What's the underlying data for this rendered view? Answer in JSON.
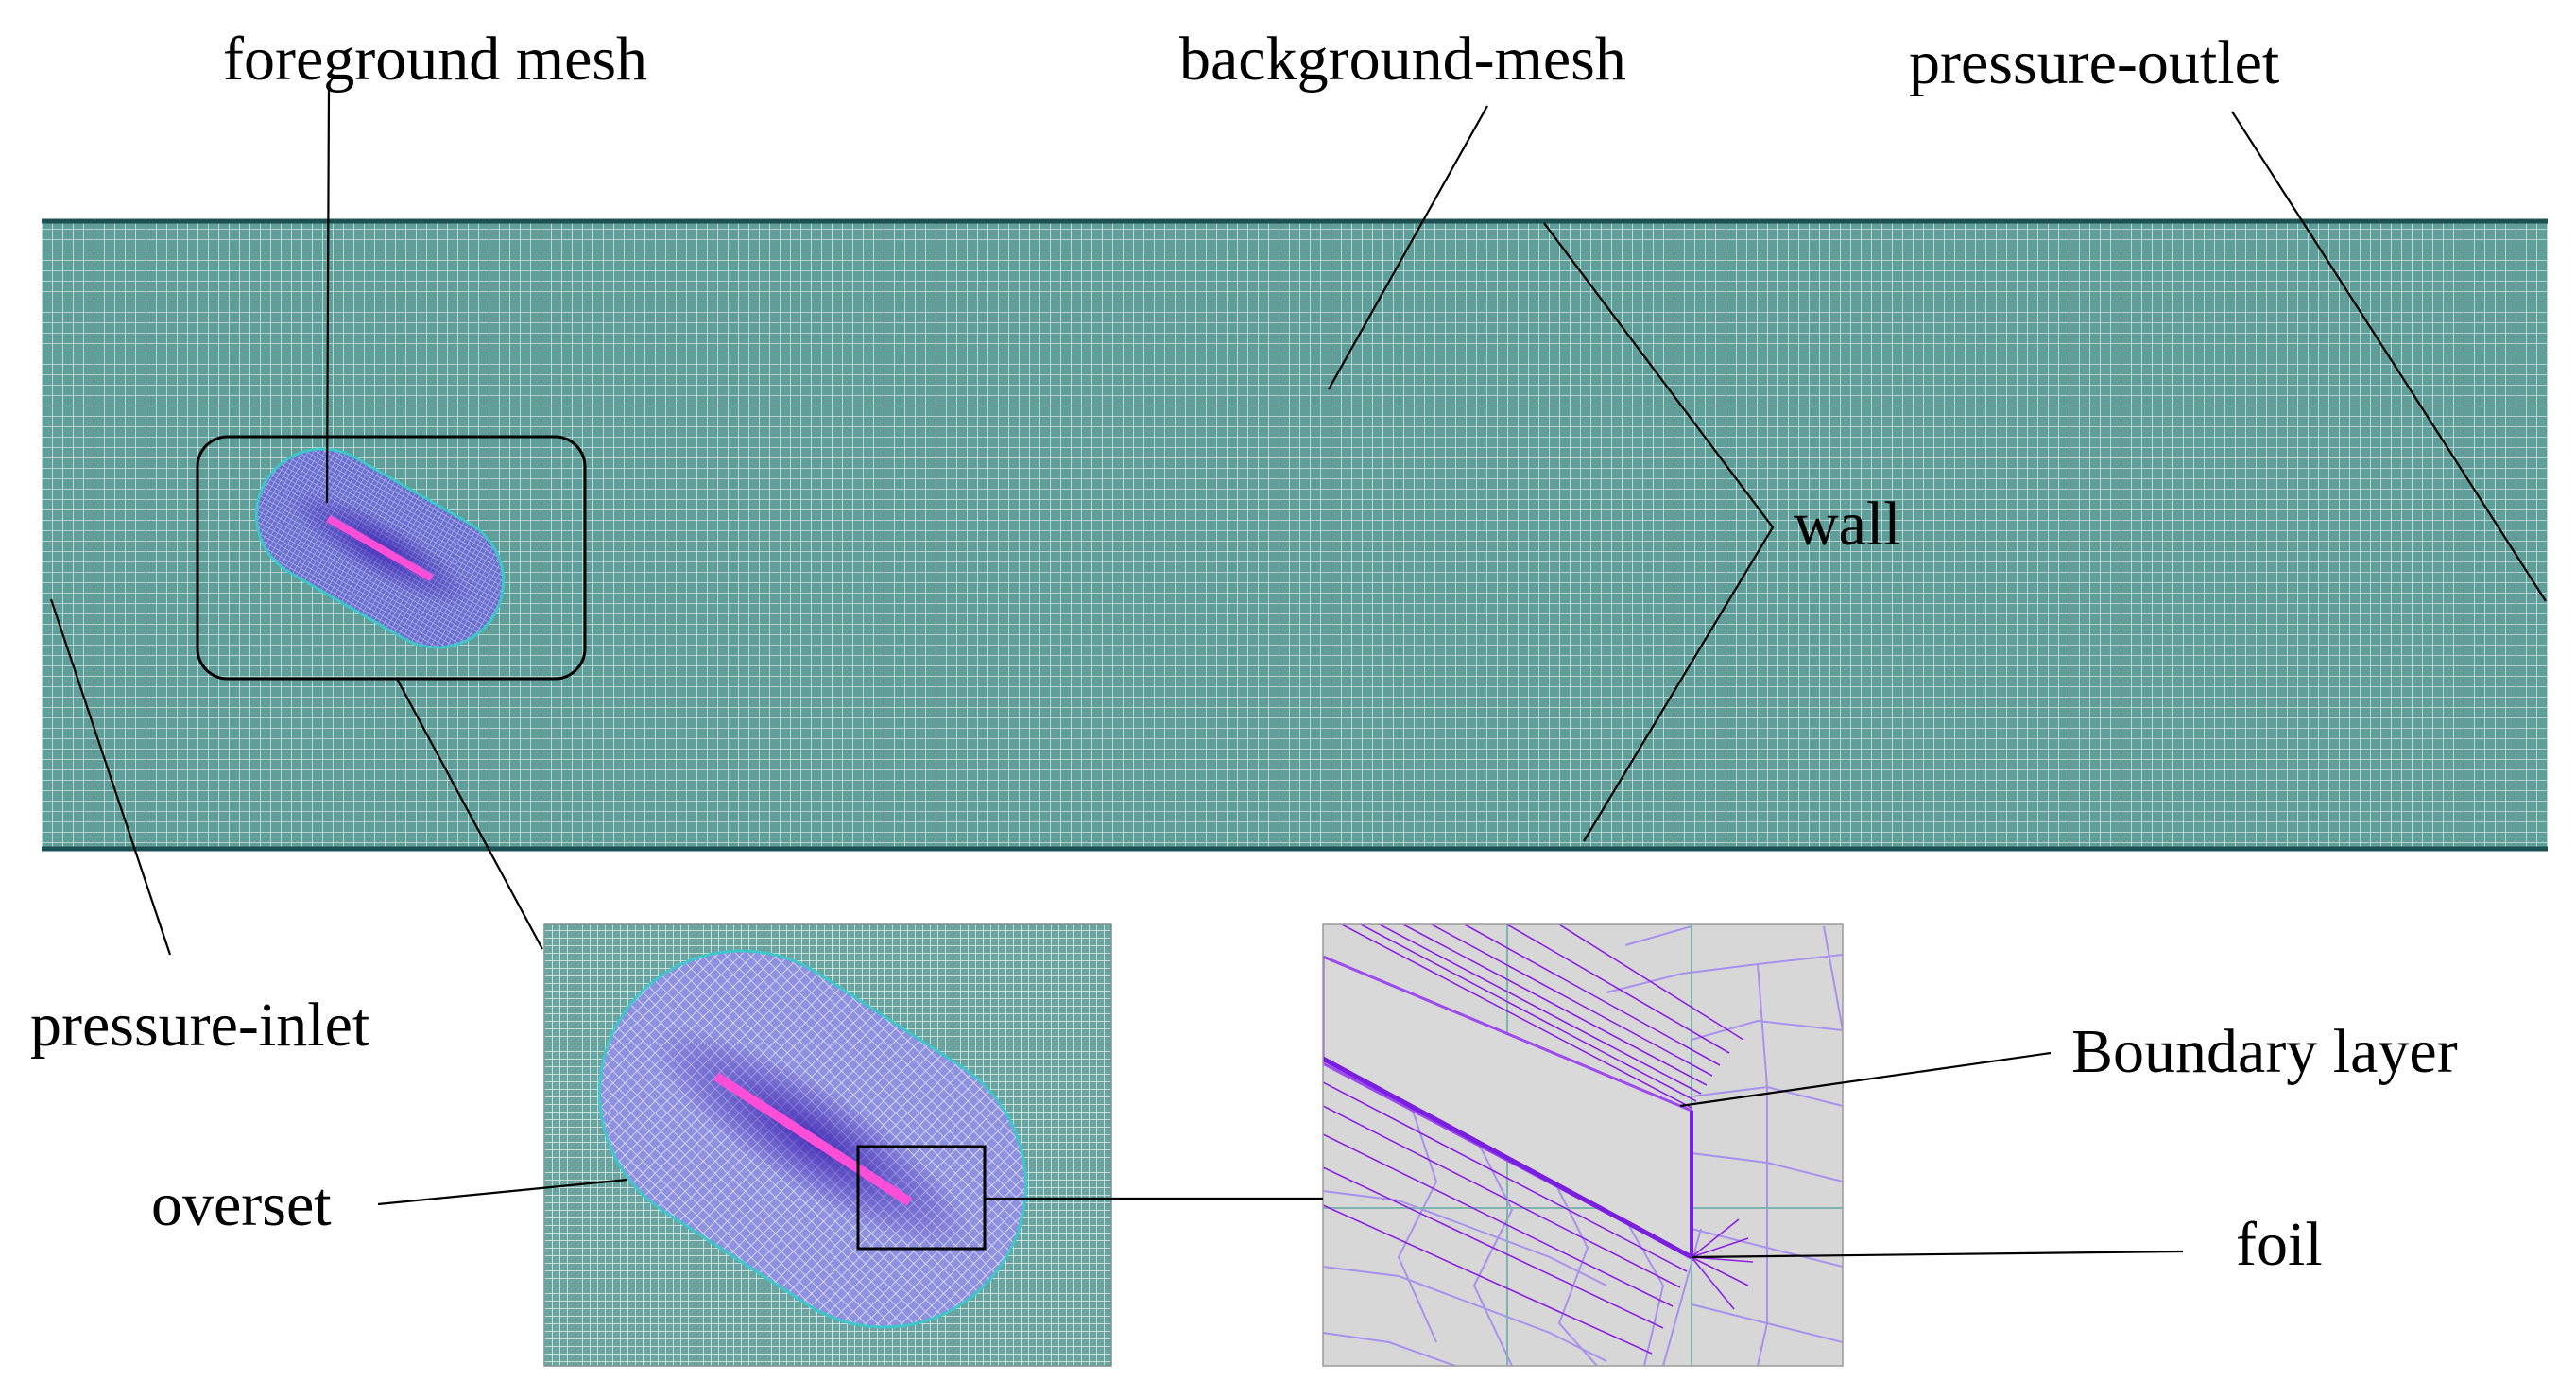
{
  "labels": {
    "foreground_mesh": "foreground mesh",
    "background_mesh": "background-mesh",
    "pressure_outlet": "pressure-outlet",
    "wall": "wall",
    "pressure_inlet": "pressure-inlet",
    "overset": "overset",
    "boundary_layer": "Boundary layer",
    "foil": "foil"
  },
  "colors": {
    "domain_fill": "#5f9e99",
    "domain_grid": "#cfe3e1",
    "domain_border": "#1c4f52",
    "foreground_fill": "#5b63c8",
    "foreground_grid": "#a7a9ef",
    "overset_edge": "#3fc6c8",
    "foil": "#ff4fd8",
    "boundary_layer_line": "#8a22e6",
    "cell_line": "#a991ee",
    "detail_bg": "#d7d7d7",
    "leader": "#000000"
  }
}
